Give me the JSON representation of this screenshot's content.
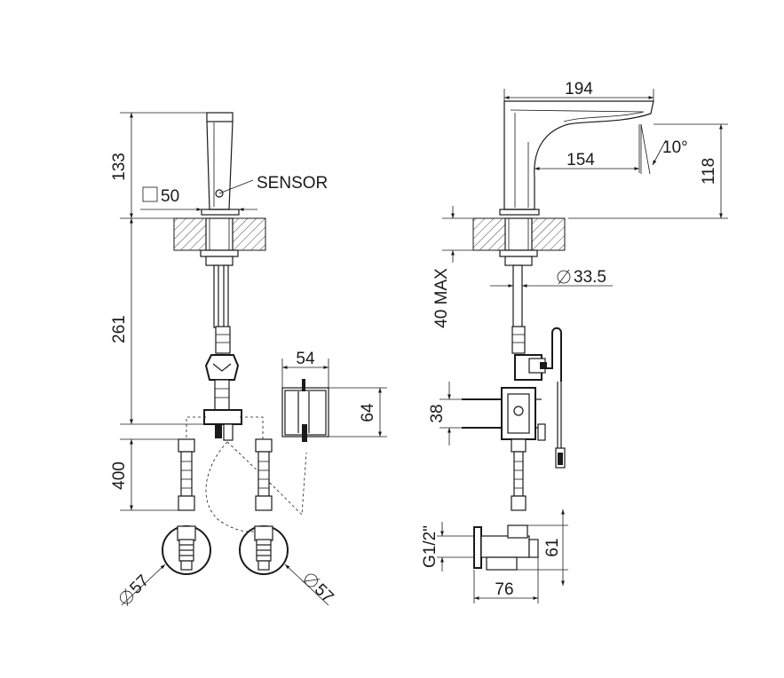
{
  "front_view": {
    "dim_height_top": "133",
    "dim_square": "50",
    "label_sensor": "SENSOR",
    "dim_height_mid": "261",
    "dim_box_width": "54",
    "dim_box_height": "64",
    "dim_hose": "400",
    "dim_valve_left": "57",
    "dim_valve_right": "57"
  },
  "side_view": {
    "dim_reach": "194",
    "dim_spout": "154",
    "dim_angle": "10°",
    "dim_spout_height": "118",
    "dim_deck_max": "40 MAX",
    "dim_diameter": "33.5",
    "dim_mount": "38",
    "dim_thread": "G1/2\"",
    "dim_valve_height": "61",
    "dim_valve_width": "76"
  },
  "colors": {
    "line": "#1a1a1a",
    "background": "#ffffff"
  }
}
